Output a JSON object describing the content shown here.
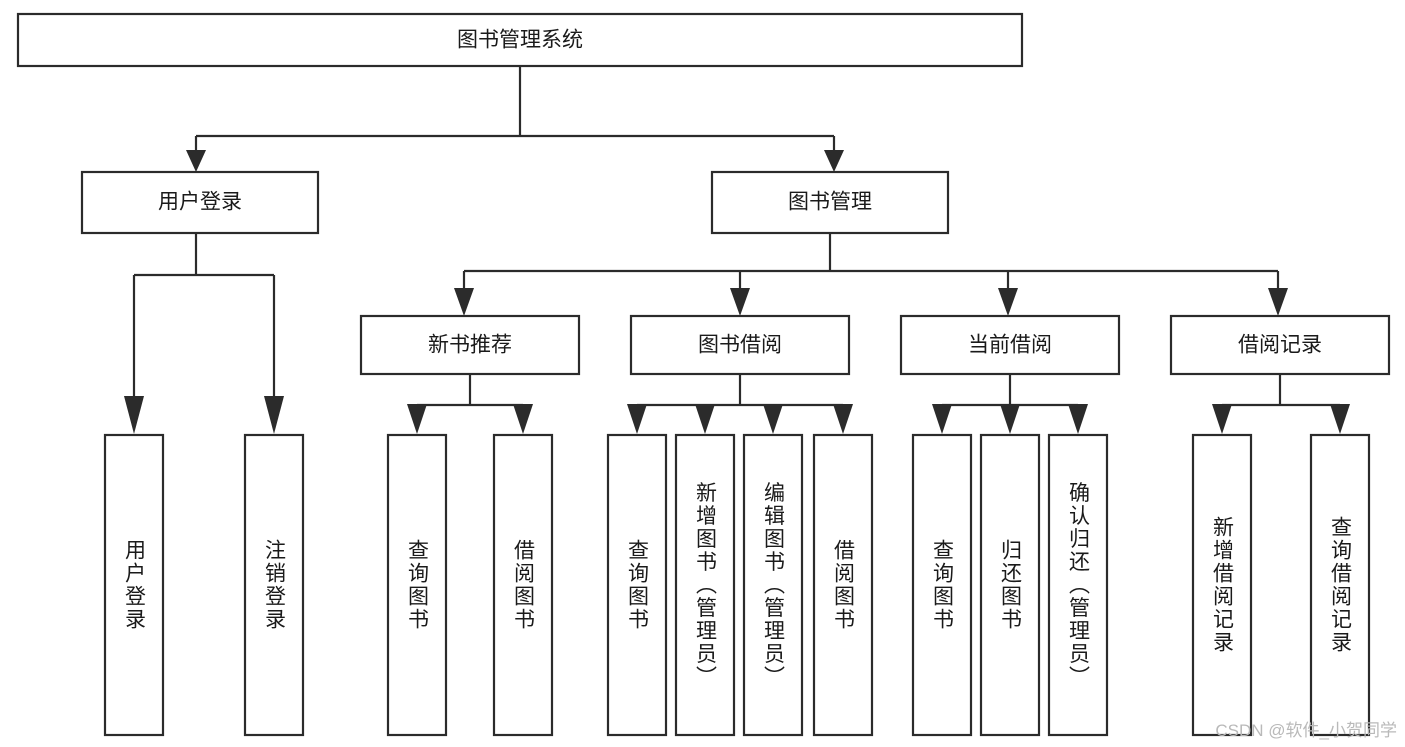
{
  "diagram": {
    "title": "图书管理系统",
    "type": "tree",
    "root": {
      "label": "图书管理系统",
      "children": [
        {
          "label": "用户登录",
          "children": [
            {
              "label": "用户登录"
            },
            {
              "label": "注销登录"
            }
          ]
        },
        {
          "label": "图书管理",
          "children": [
            {
              "label": "新书推荐",
              "children": [
                {
                  "label": "查询图书"
                },
                {
                  "label": "借阅图书"
                }
              ]
            },
            {
              "label": "图书借阅",
              "children": [
                {
                  "label": "查询图书"
                },
                {
                  "label": "新增图书（管理员）"
                },
                {
                  "label": "编辑图书（管理员）"
                },
                {
                  "label": "借阅图书"
                }
              ]
            },
            {
              "label": "当前借阅",
              "children": [
                {
                  "label": "查询图书"
                },
                {
                  "label": "归还图书"
                },
                {
                  "label": "确认归还（管理员）"
                }
              ]
            },
            {
              "label": "借阅记录",
              "children": [
                {
                  "label": "新增借阅记录"
                },
                {
                  "label": "查询借阅记录"
                }
              ]
            }
          ]
        }
      ]
    },
    "nodes": {
      "root": "图书管理系统",
      "level2": [
        "用户登录",
        "图书管理"
      ],
      "level3": [
        "新书推荐",
        "图书借阅",
        "当前借阅",
        "借阅记录"
      ],
      "leaves_user_login": [
        "用户登录",
        "注销登录"
      ],
      "leaves_new_book": [
        "查询图书",
        "借阅图书"
      ],
      "leaves_borrow": [
        "查询图书",
        "新增图书（管理员）",
        "编辑图书（管理员）",
        "借阅图书"
      ],
      "leaves_current": [
        "查询图书",
        "归还图书",
        "确认归还（管理员）"
      ],
      "leaves_records": [
        "新增借阅记录",
        "查询借阅记录"
      ]
    },
    "colors": {
      "stroke": "#2b2b2b",
      "fill": "#ffffff",
      "text": "#1a1a1a",
      "watermark": "#b9b9b9"
    }
  },
  "watermark": {
    "text": "CSDN @软件_小贺同学"
  }
}
